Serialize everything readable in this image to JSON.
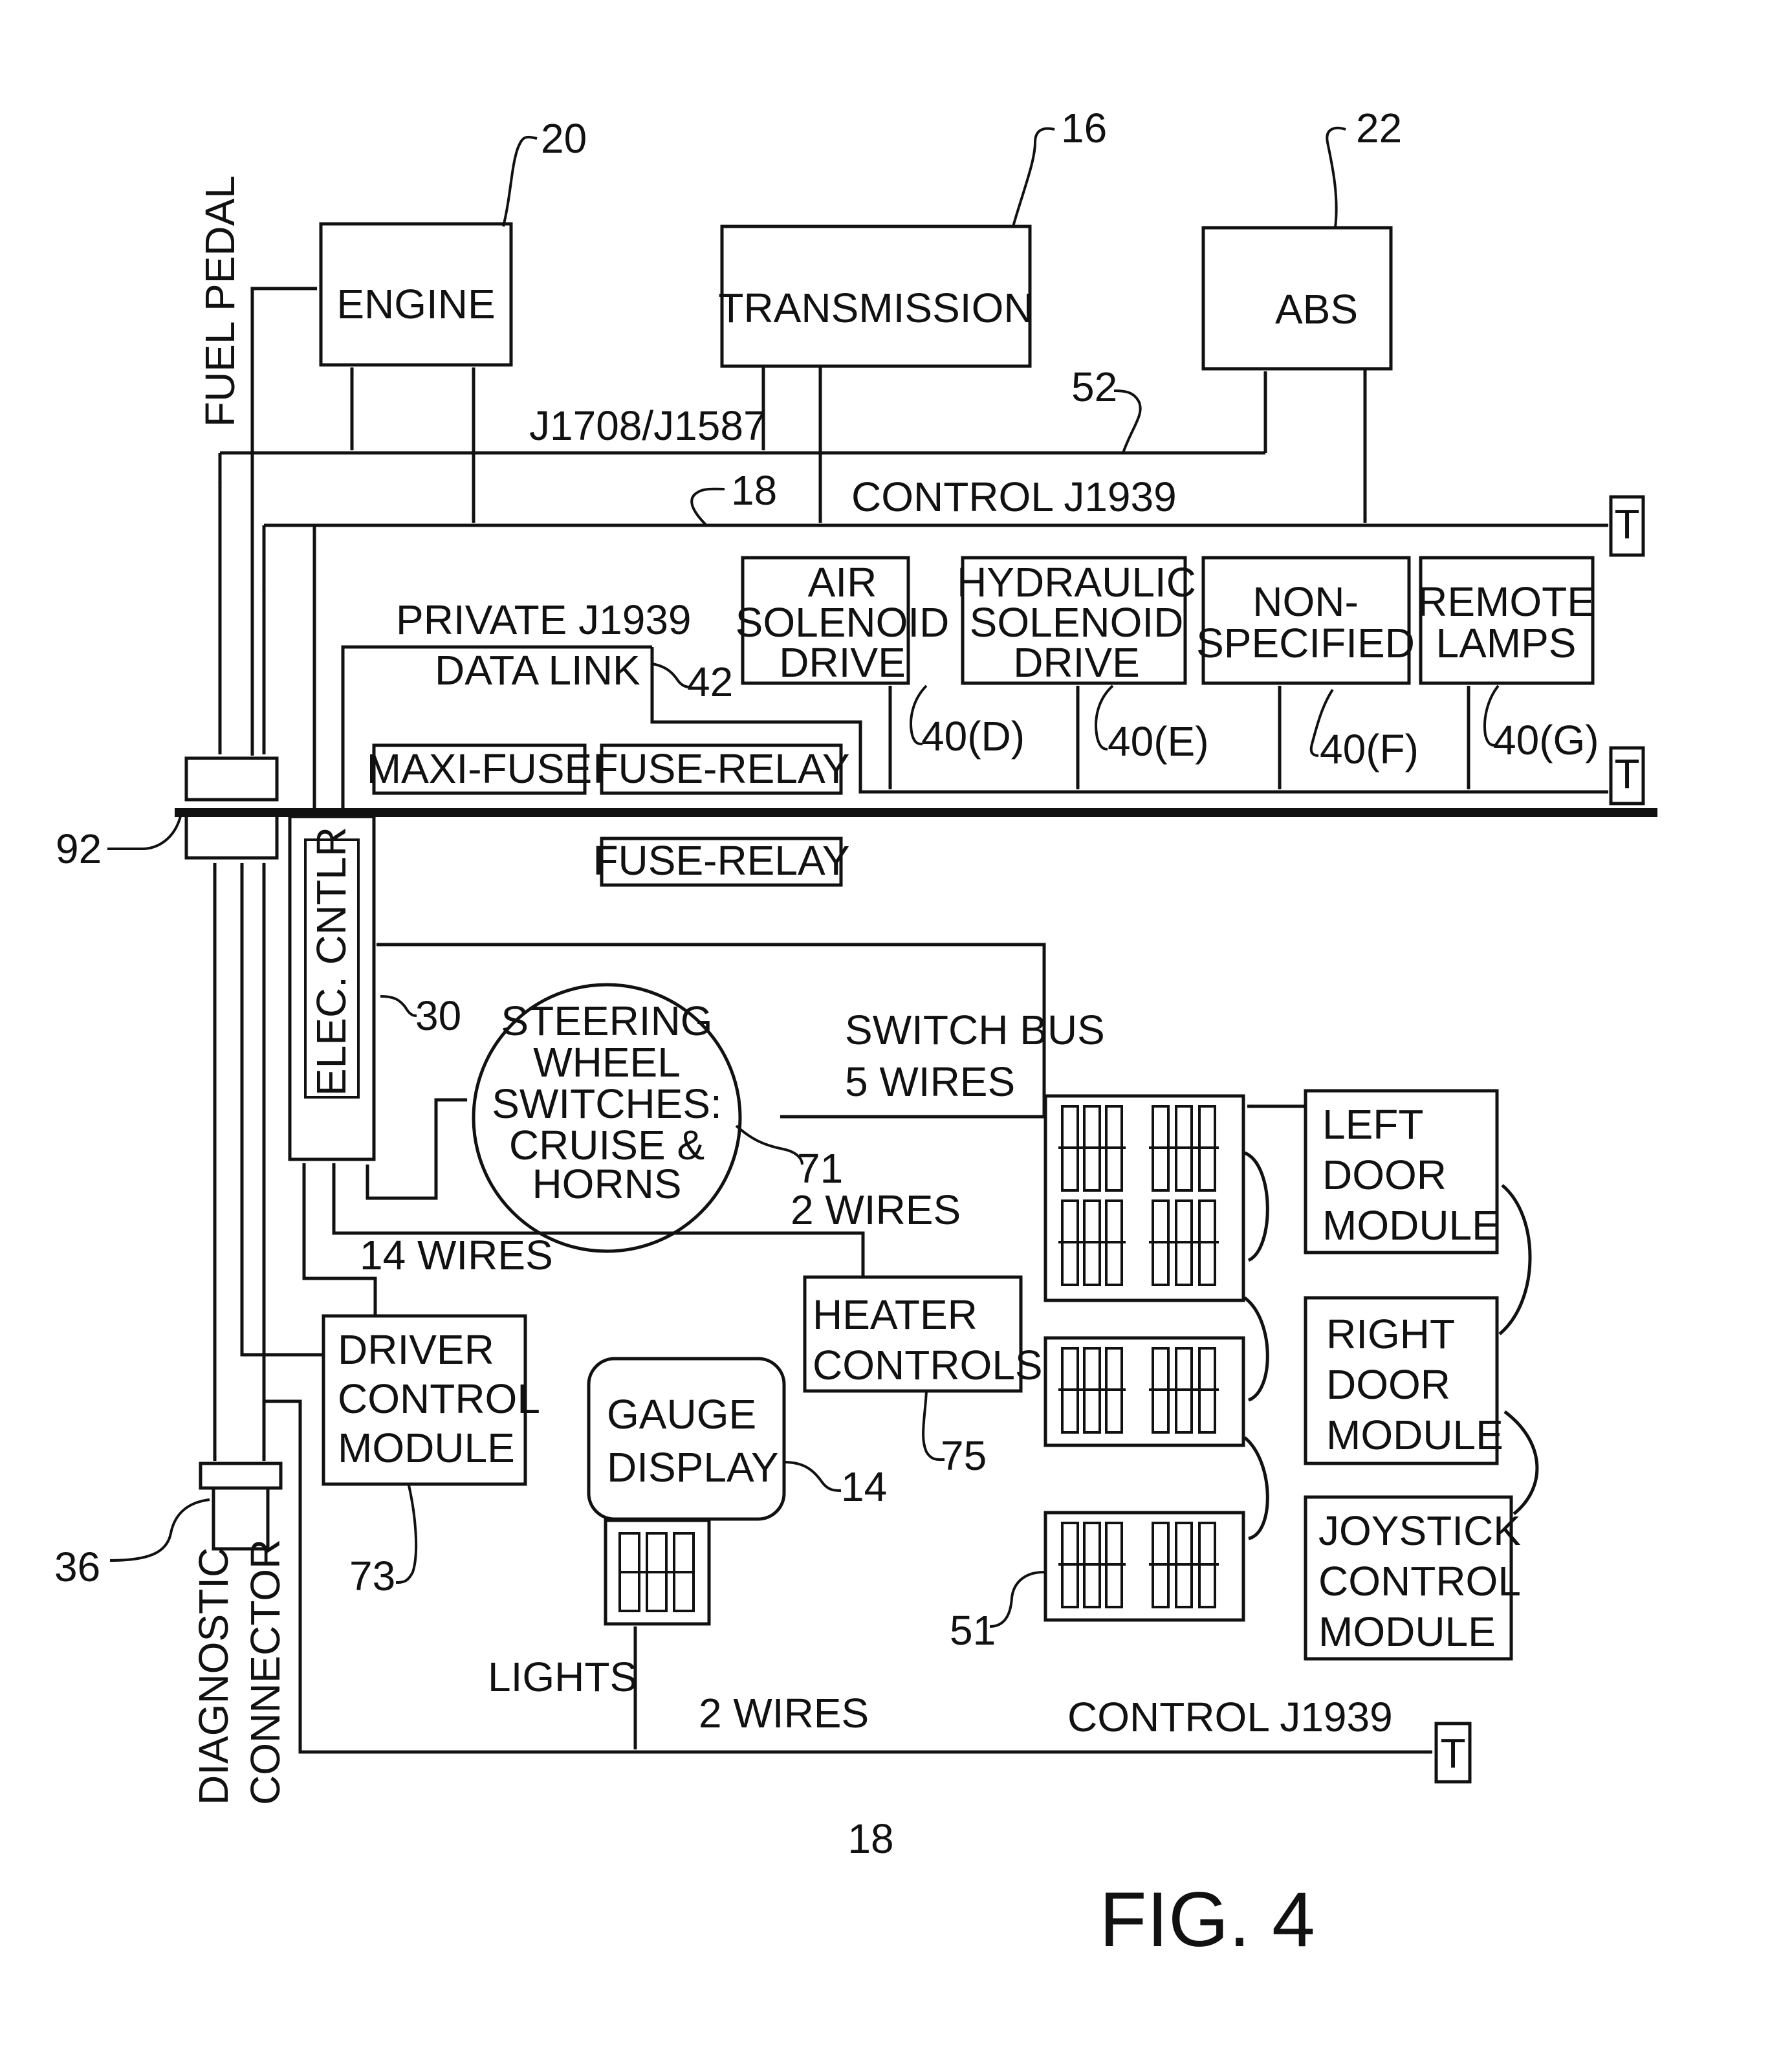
{
  "figure": {
    "fig_label": "FIG. 4",
    "bottom_ref": "18"
  },
  "blocks": {
    "engine": "ENGINE",
    "transmission": "TRANSMISSION",
    "abs": "ABS",
    "air_solenoid": [
      "AIR",
      "SOLENOID",
      "DRIVE"
    ],
    "hydraulic_solenoid": [
      "HYDRAULIC",
      "SOLENOID",
      "DRIVE"
    ],
    "non_specified": [
      "NON-",
      "SPECIFIED"
    ],
    "remote_lamps": [
      "REMOTE",
      "LAMPS"
    ],
    "maxi_fuse": "MAXI-FUSE",
    "fuse_relay_1": "FUSE-RELAY",
    "fuse_relay_2": "FUSE-RELAY",
    "elec_cntlr": "ELEC. CNTLR",
    "steering": [
      "STEERING",
      "WHEEL",
      "SWITCHES:",
      "CRUISE &",
      "HORNS"
    ],
    "left_door": [
      "LEFT",
      "DOOR",
      "MODULE"
    ],
    "right_door": [
      "RIGHT",
      "DOOR",
      "MODULE"
    ],
    "joystick": [
      "JOYSTICK",
      "CONTROL",
      "MODULE"
    ],
    "heater": [
      "HEATER",
      "CONTROLS"
    ],
    "driver_control": [
      "DRIVER",
      "CONTROL",
      "MODULE"
    ],
    "gauge_display": [
      "GAUGE",
      "DISPLAY"
    ],
    "terminator": "T"
  },
  "labels": {
    "fuel_pedal": "FUEL PEDAL",
    "j1708": "J1708/J1587",
    "control_j1939_top": "CONTROL J1939",
    "private_j1939": "PRIVATE J1939",
    "data_link": "DATA LINK",
    "switch_bus": "SWITCH BUS",
    "five_wires": "5 WIRES",
    "two_wires_steering": "2 WIRES",
    "fourteen_wires": "14 WIRES",
    "lights": "LIGHTS",
    "two_wires_bottom": "2 WIRES",
    "control_j1939_bottom": "CONTROL J1939",
    "diagnostic": "DIAGNOSTIC",
    "connector": "CONNECTOR"
  },
  "refs": {
    "r20": "20",
    "r16": "16",
    "r22": "22",
    "r52": "52",
    "r18": "18",
    "r42": "42",
    "r40d": "40(D)",
    "r40e": "40(E)",
    "r40f": "40(F)",
    "r40g": "40(G)",
    "r92": "92",
    "r30": "30",
    "r71": "71",
    "r75": "75",
    "r14": "14",
    "r73": "73",
    "r36": "36",
    "r51": "51"
  }
}
